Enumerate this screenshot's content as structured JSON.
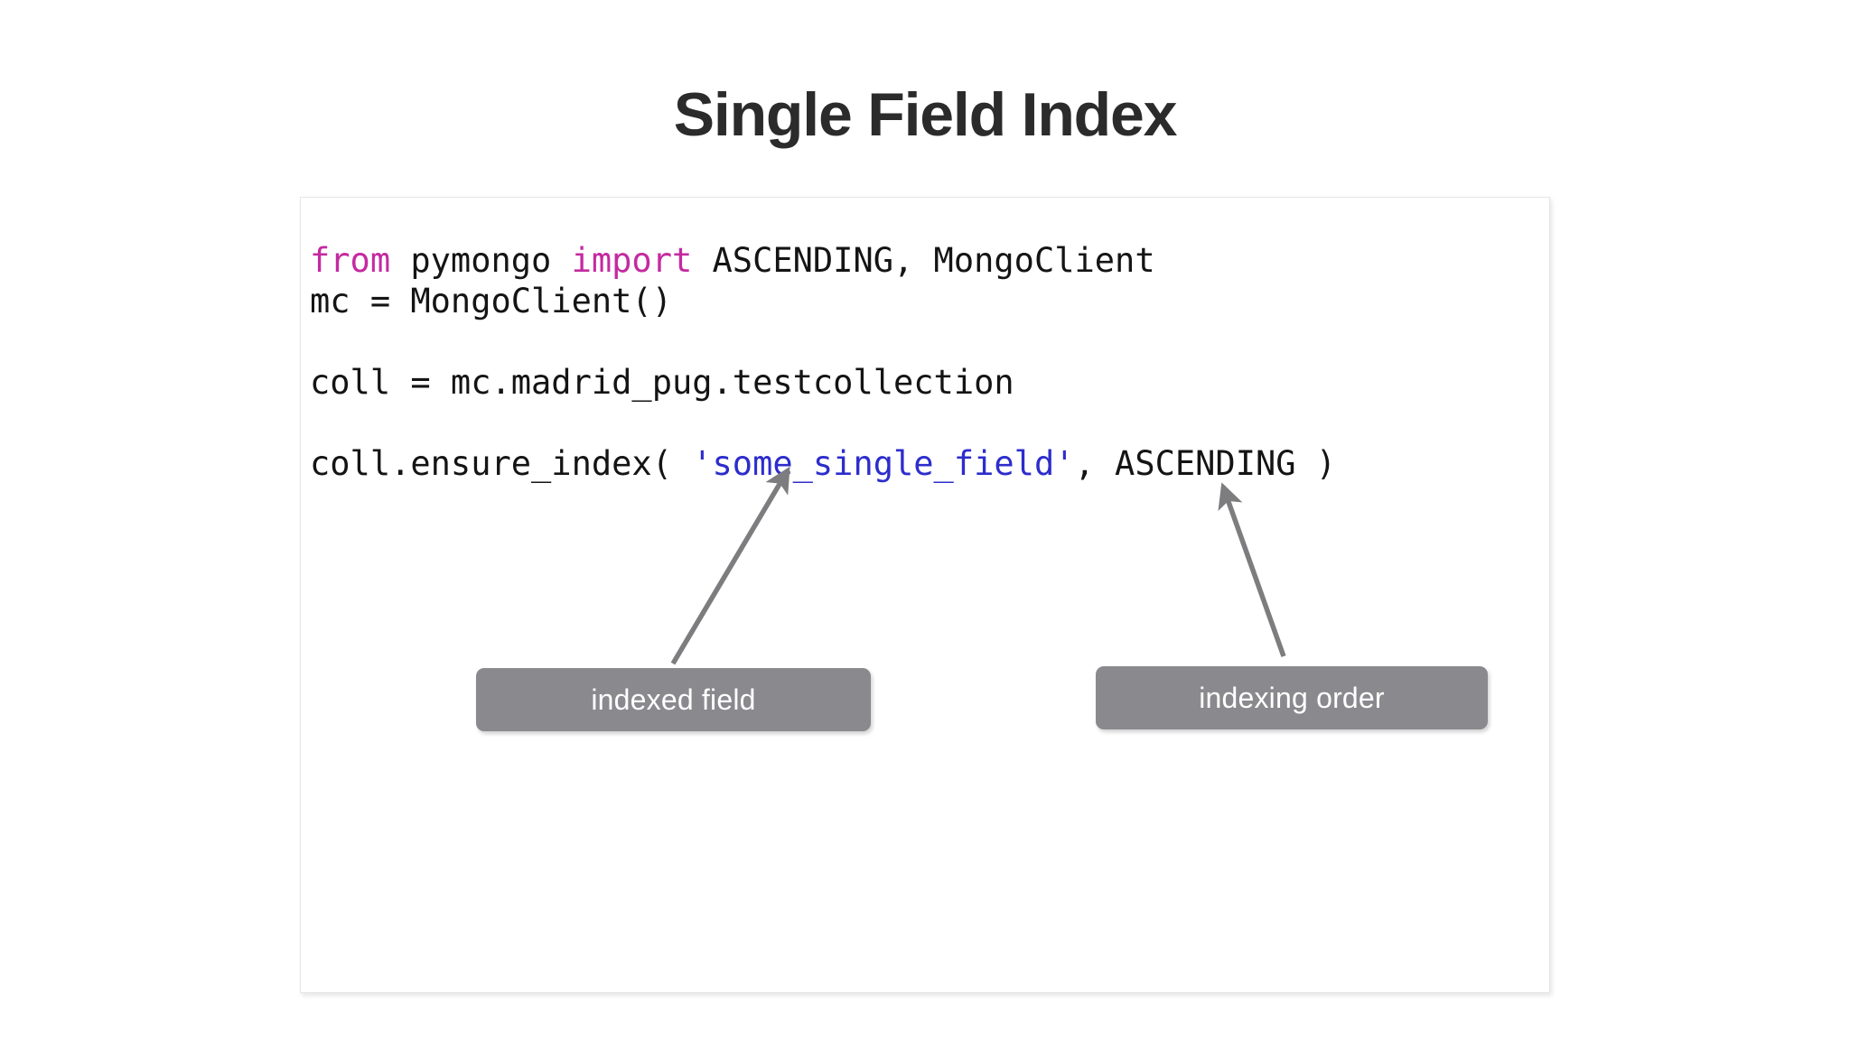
{
  "slide": {
    "title": "Single Field Index"
  },
  "code": {
    "language": "python",
    "lines": [
      [
        {
          "t": "from",
          "c": "keyword"
        },
        {
          "t": " pymongo ",
          "c": "plain"
        },
        {
          "t": "import",
          "c": "keyword"
        },
        {
          "t": " ASCENDING, MongoClient",
          "c": "plain"
        }
      ],
      [
        {
          "t": "mc = MongoClient()",
          "c": "plain"
        }
      ],
      [],
      [
        {
          "t": "coll = mc.madrid_pug.testcollection",
          "c": "plain"
        }
      ],
      [],
      [
        {
          "t": "coll.ensure_index( ",
          "c": "plain"
        },
        {
          "t": "'some_single_field'",
          "c": "string"
        },
        {
          "t": ", ASCENDING )",
          "c": "plain"
        }
      ]
    ],
    "plain_text": "from pymongo import ASCENDING, MongoClient\nmc = MongoClient()\n\ncoll = mc.madrid_pug.testcollection\n\ncoll.ensure_index( 'some_single_field', ASCENDING )"
  },
  "colors": {
    "keyword": "#c42aa0",
    "string": "#2d2dcc",
    "code_text": "#141414",
    "callout_bg": "#8a8a8e",
    "callout_text": "#ffffff",
    "arrow": "#7d7d80",
    "title": "#2b2b2b",
    "page_bg": "#ffffff",
    "panel_border": "#e6e6e8"
  },
  "callouts": [
    {
      "id": "indexed-field",
      "label": "indexed field",
      "points_to": "'some_single_field'"
    },
    {
      "id": "indexing-order",
      "label": "indexing order",
      "points_to": "ASCENDING"
    }
  ]
}
